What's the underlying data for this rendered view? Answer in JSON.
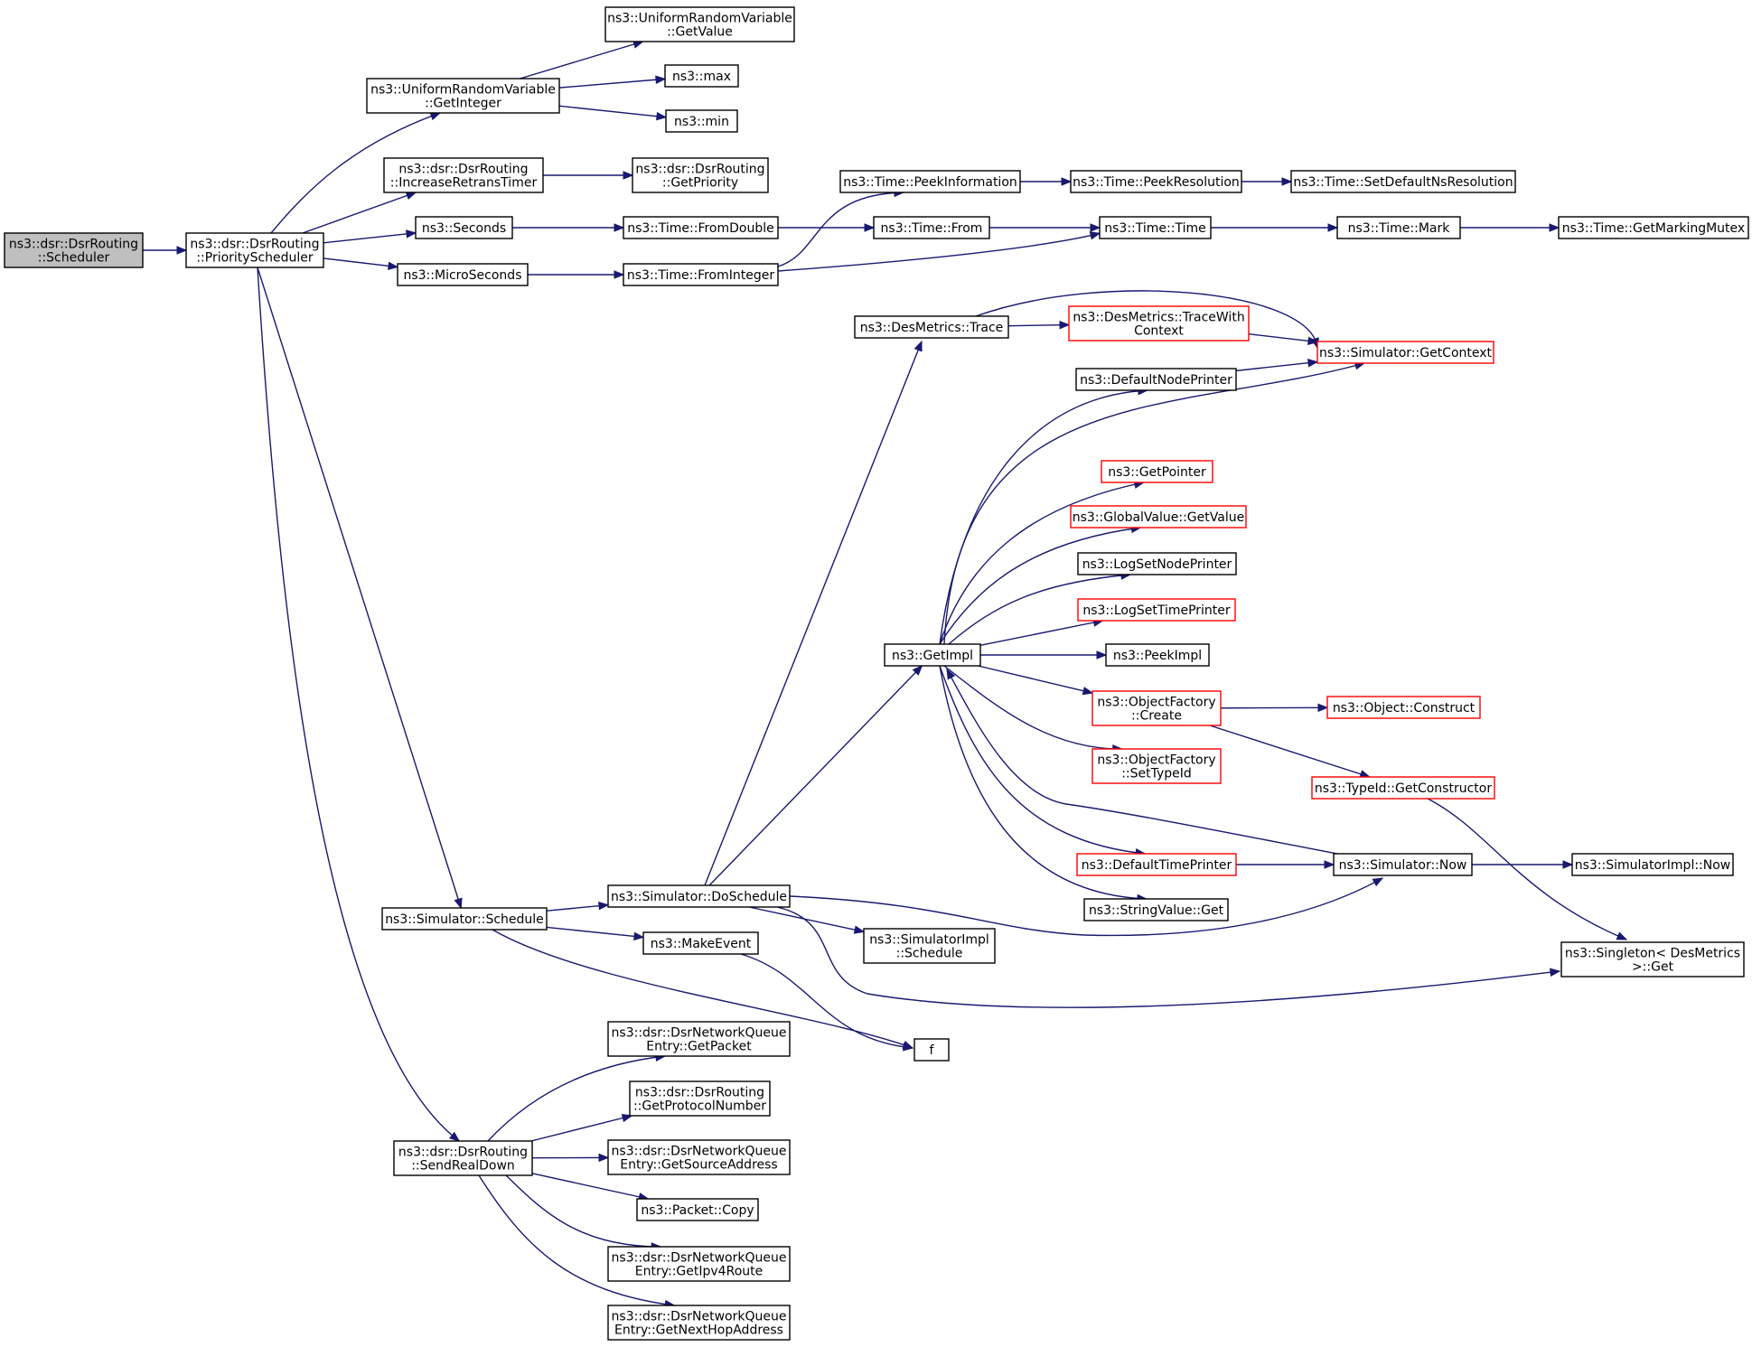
{
  "diagram": {
    "type": "call-graph",
    "nodes": [
      {
        "id": "root",
        "lines": [
          "ns3::dsr::DsrRouting",
          "::Scheduler"
        ],
        "style": "root"
      },
      {
        "id": "prio",
        "lines": [
          "ns3::dsr::DsrRouting",
          "::PriorityScheduler"
        ],
        "style": "normal"
      },
      {
        "id": "urv_getint",
        "lines": [
          "ns3::UniformRandomVariable",
          "::GetInteger"
        ],
        "style": "normal"
      },
      {
        "id": "urv_getval",
        "lines": [
          "ns3::UniformRandomVariable",
          "::GetValue"
        ],
        "style": "normal"
      },
      {
        "id": "max",
        "lines": [
          "ns3::max"
        ],
        "style": "normal"
      },
      {
        "id": "min",
        "lines": [
          "ns3::min"
        ],
        "style": "normal"
      },
      {
        "id": "incr",
        "lines": [
          "ns3::dsr::DsrRouting",
          "::IncreaseRetransTimer"
        ],
        "style": "normal"
      },
      {
        "id": "getprio",
        "lines": [
          "ns3::dsr::DsrRouting",
          "::GetPriority"
        ],
        "style": "normal"
      },
      {
        "id": "seconds",
        "lines": [
          "ns3::Seconds"
        ],
        "style": "normal"
      },
      {
        "id": "micro",
        "lines": [
          "ns3::MicroSeconds"
        ],
        "style": "normal"
      },
      {
        "id": "fromdouble",
        "lines": [
          "ns3::Time::FromDouble"
        ],
        "style": "normal"
      },
      {
        "id": "fromint",
        "lines": [
          "ns3::Time::FromInteger"
        ],
        "style": "normal"
      },
      {
        "id": "peekinfo",
        "lines": [
          "ns3::Time::PeekInformation"
        ],
        "style": "normal"
      },
      {
        "id": "peekres",
        "lines": [
          "ns3::Time::PeekResolution"
        ],
        "style": "normal"
      },
      {
        "id": "setdefres",
        "lines": [
          "ns3::Time::SetDefaultNsResolution"
        ],
        "style": "normal"
      },
      {
        "id": "from",
        "lines": [
          "ns3::Time::From"
        ],
        "style": "normal"
      },
      {
        "id": "time",
        "lines": [
          "ns3::Time::Time"
        ],
        "style": "normal"
      },
      {
        "id": "mark",
        "lines": [
          "ns3::Time::Mark"
        ],
        "style": "normal"
      },
      {
        "id": "markmutex",
        "lines": [
          "ns3::Time::GetMarkingMutex"
        ],
        "style": "normal"
      },
      {
        "id": "trace",
        "lines": [
          "ns3::DesMetrics::Trace"
        ],
        "style": "normal"
      },
      {
        "id": "tracectx",
        "lines": [
          "ns3::DesMetrics::TraceWith",
          "Context"
        ],
        "style": "red"
      },
      {
        "id": "getctx",
        "lines": [
          "ns3::Simulator::GetContext"
        ],
        "style": "red"
      },
      {
        "id": "defnode",
        "lines": [
          "ns3::DefaultNodePrinter"
        ],
        "style": "normal"
      },
      {
        "id": "getptr",
        "lines": [
          "ns3::GetPointer"
        ],
        "style": "red"
      },
      {
        "id": "gvget",
        "lines": [
          "ns3::GlobalValue::GetValue"
        ],
        "style": "red"
      },
      {
        "id": "lognode",
        "lines": [
          "ns3::LogSetNodePrinter"
        ],
        "style": "normal"
      },
      {
        "id": "logtime",
        "lines": [
          "ns3::LogSetTimePrinter"
        ],
        "style": "red"
      },
      {
        "id": "getimpl",
        "lines": [
          "ns3::GetImpl"
        ],
        "style": "normal"
      },
      {
        "id": "peekimpl",
        "lines": [
          "ns3::PeekImpl"
        ],
        "style": "normal"
      },
      {
        "id": "ofcreate",
        "lines": [
          "ns3::ObjectFactory",
          "::Create"
        ],
        "style": "red"
      },
      {
        "id": "construct",
        "lines": [
          "ns3::Object::Construct"
        ],
        "style": "red"
      },
      {
        "id": "ofsettype",
        "lines": [
          "ns3::ObjectFactory",
          "::SetTypeId"
        ],
        "style": "red"
      },
      {
        "id": "getctor",
        "lines": [
          "ns3::TypeId::GetConstructor"
        ],
        "style": "red"
      },
      {
        "id": "deftime",
        "lines": [
          "ns3::DefaultTimePrinter"
        ],
        "style": "red"
      },
      {
        "id": "simnow",
        "lines": [
          "ns3::Simulator::Now"
        ],
        "style": "normal"
      },
      {
        "id": "simimplnow",
        "lines": [
          "ns3::SimulatorImpl::Now"
        ],
        "style": "normal"
      },
      {
        "id": "strget",
        "lines": [
          "ns3::StringValue::Get"
        ],
        "style": "normal"
      },
      {
        "id": "singleton",
        "lines": [
          "ns3::Singleton< DesMetrics",
          " >::Get"
        ],
        "style": "normal"
      },
      {
        "id": "schedule",
        "lines": [
          "ns3::Simulator::Schedule"
        ],
        "style": "normal"
      },
      {
        "id": "dosched",
        "lines": [
          "ns3::Simulator::DoSchedule"
        ],
        "style": "normal"
      },
      {
        "id": "makeevent",
        "lines": [
          "ns3::MakeEvent"
        ],
        "style": "normal"
      },
      {
        "id": "implsched",
        "lines": [
          "ns3::SimulatorImpl",
          "::Schedule"
        ],
        "style": "normal"
      },
      {
        "id": "f",
        "lines": [
          "f"
        ],
        "style": "normal"
      },
      {
        "id": "sendreal",
        "lines": [
          "ns3::dsr::DsrRouting",
          "::SendRealDown"
        ],
        "style": "normal"
      },
      {
        "id": "getpacket",
        "lines": [
          "ns3::dsr::DsrNetworkQueue",
          "Entry::GetPacket"
        ],
        "style": "normal"
      },
      {
        "id": "protonum",
        "lines": [
          "ns3::dsr::DsrRouting",
          "::GetProtocolNumber"
        ],
        "style": "normal"
      },
      {
        "id": "srcaddr",
        "lines": [
          "ns3::dsr::DsrNetworkQueue",
          "Entry::GetSourceAddress"
        ],
        "style": "normal"
      },
      {
        "id": "pktcopy",
        "lines": [
          "ns3::Packet::Copy"
        ],
        "style": "normal"
      },
      {
        "id": "ipv4route",
        "lines": [
          "ns3::dsr::DsrNetworkQueue",
          "Entry::GetIpv4Route"
        ],
        "style": "normal"
      },
      {
        "id": "nexthop",
        "lines": [
          "ns3::dsr::DsrNetworkQueue",
          "Entry::GetNextHopAddress"
        ],
        "style": "normal"
      }
    ],
    "edges": [
      [
        "root",
        "prio"
      ],
      [
        "prio",
        "urv_getint"
      ],
      [
        "prio",
        "incr"
      ],
      [
        "prio",
        "seconds"
      ],
      [
        "prio",
        "micro"
      ],
      [
        "prio",
        "schedule"
      ],
      [
        "prio",
        "sendreal"
      ],
      [
        "urv_getint",
        "urv_getval"
      ],
      [
        "urv_getint",
        "max"
      ],
      [
        "urv_getint",
        "min"
      ],
      [
        "incr",
        "getprio"
      ],
      [
        "seconds",
        "fromdouble"
      ],
      [
        "micro",
        "fromint"
      ],
      [
        "fromdouble",
        "from"
      ],
      [
        "fromint",
        "peekinfo"
      ],
      [
        "fromint",
        "time"
      ],
      [
        "peekinfo",
        "peekres"
      ],
      [
        "peekres",
        "setdefres"
      ],
      [
        "from",
        "time"
      ],
      [
        "time",
        "mark"
      ],
      [
        "mark",
        "markmutex"
      ],
      [
        "schedule",
        "dosched"
      ],
      [
        "schedule",
        "makeevent"
      ],
      [
        "schedule",
        "f"
      ],
      [
        "dosched",
        "trace"
      ],
      [
        "dosched",
        "getimpl"
      ],
      [
        "dosched",
        "implsched"
      ],
      [
        "dosched",
        "simnow"
      ],
      [
        "dosched",
        "singleton"
      ],
      [
        "makeevent",
        "f"
      ],
      [
        "trace",
        "tracectx"
      ],
      [
        "trace",
        "getctx"
      ],
      [
        "tracectx",
        "getctx"
      ],
      [
        "defnode",
        "getctx"
      ],
      [
        "getimpl",
        "getctx"
      ],
      [
        "getimpl",
        "defnode"
      ],
      [
        "getimpl",
        "getptr"
      ],
      [
        "getimpl",
        "gvget"
      ],
      [
        "getimpl",
        "lognode"
      ],
      [
        "getimpl",
        "logtime"
      ],
      [
        "getimpl",
        "peekimpl"
      ],
      [
        "getimpl",
        "ofcreate"
      ],
      [
        "getimpl",
        "ofsettype"
      ],
      [
        "getimpl",
        "deftime"
      ],
      [
        "getimpl",
        "strget"
      ],
      [
        "ofcreate",
        "construct"
      ],
      [
        "ofcreate",
        "getctor"
      ],
      [
        "getctor",
        "singleton"
      ],
      [
        "deftime",
        "simnow"
      ],
      [
        "simnow",
        "getimpl"
      ],
      [
        "simnow",
        "simimplnow"
      ],
      [
        "sendreal",
        "getpacket"
      ],
      [
        "sendreal",
        "protonum"
      ],
      [
        "sendreal",
        "srcaddr"
      ],
      [
        "sendreal",
        "pktcopy"
      ],
      [
        "sendreal",
        "ipv4route"
      ],
      [
        "sendreal",
        "nexthop"
      ]
    ]
  },
  "colors": {
    "edge": "#191970",
    "node_border": "#000000",
    "node_border_incomplete": "#ff0000",
    "root_fill": "#bfbfbf",
    "node_fill": "#ffffff"
  }
}
